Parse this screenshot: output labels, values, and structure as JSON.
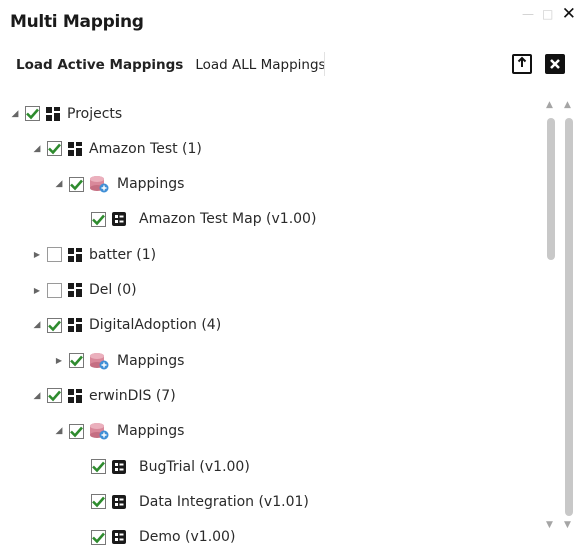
{
  "window": {
    "title": "Multi Mapping"
  },
  "tabs": [
    {
      "label": "Load Active Mappings",
      "active": true
    },
    {
      "label": "Load ALL Mappings",
      "active": false
    }
  ],
  "toolbar": {
    "export_icon": "export-upload-icon",
    "close_icon": "close-x-icon"
  },
  "colors": {
    "check": "#2e8b2e",
    "node_icon": "#1a1a1a",
    "mappings_db": "#d9889a",
    "mappings_badge": "#3f8fd6",
    "thumb": "#c8c8c8"
  },
  "tree": [
    {
      "label": "Projects",
      "level": 0,
      "expanded": true,
      "checked": true,
      "icon": "project-grid-icon"
    },
    {
      "label": "Amazon Test (1)",
      "level": 1,
      "expanded": true,
      "checked": true,
      "icon": "project-grid-icon"
    },
    {
      "label": "Mappings",
      "level": 2,
      "expanded": true,
      "checked": true,
      "icon": "mappings-db-icon"
    },
    {
      "label": "Amazon Test Map (v1.00)",
      "level": 3,
      "expanded": null,
      "checked": true,
      "icon": "map-doc-icon"
    },
    {
      "label": "batter (1)",
      "level": 1,
      "expanded": false,
      "checked": false,
      "icon": "project-grid-icon"
    },
    {
      "label": "Del (0)",
      "level": 1,
      "expanded": false,
      "checked": false,
      "icon": "project-grid-icon"
    },
    {
      "label": "DigitalAdoption (4)",
      "level": 1,
      "expanded": true,
      "checked": true,
      "icon": "project-grid-icon"
    },
    {
      "label": "Mappings",
      "level": 2,
      "expanded": false,
      "checked": true,
      "icon": "mappings-db-icon"
    },
    {
      "label": "erwinDIS (7)",
      "level": 1,
      "expanded": true,
      "checked": true,
      "icon": "project-grid-icon"
    },
    {
      "label": "Mappings",
      "level": 2,
      "expanded": true,
      "checked": true,
      "icon": "mappings-db-icon"
    },
    {
      "label": "BugTrial (v1.00)",
      "level": 3,
      "expanded": null,
      "checked": true,
      "icon": "map-doc-icon"
    },
    {
      "label": "Data Integration (v1.01)",
      "level": 3,
      "expanded": null,
      "checked": true,
      "icon": "map-doc-icon"
    },
    {
      "label": "Demo (v1.00)",
      "level": 3,
      "expanded": null,
      "checked": true,
      "icon": "map-doc-icon"
    }
  ]
}
